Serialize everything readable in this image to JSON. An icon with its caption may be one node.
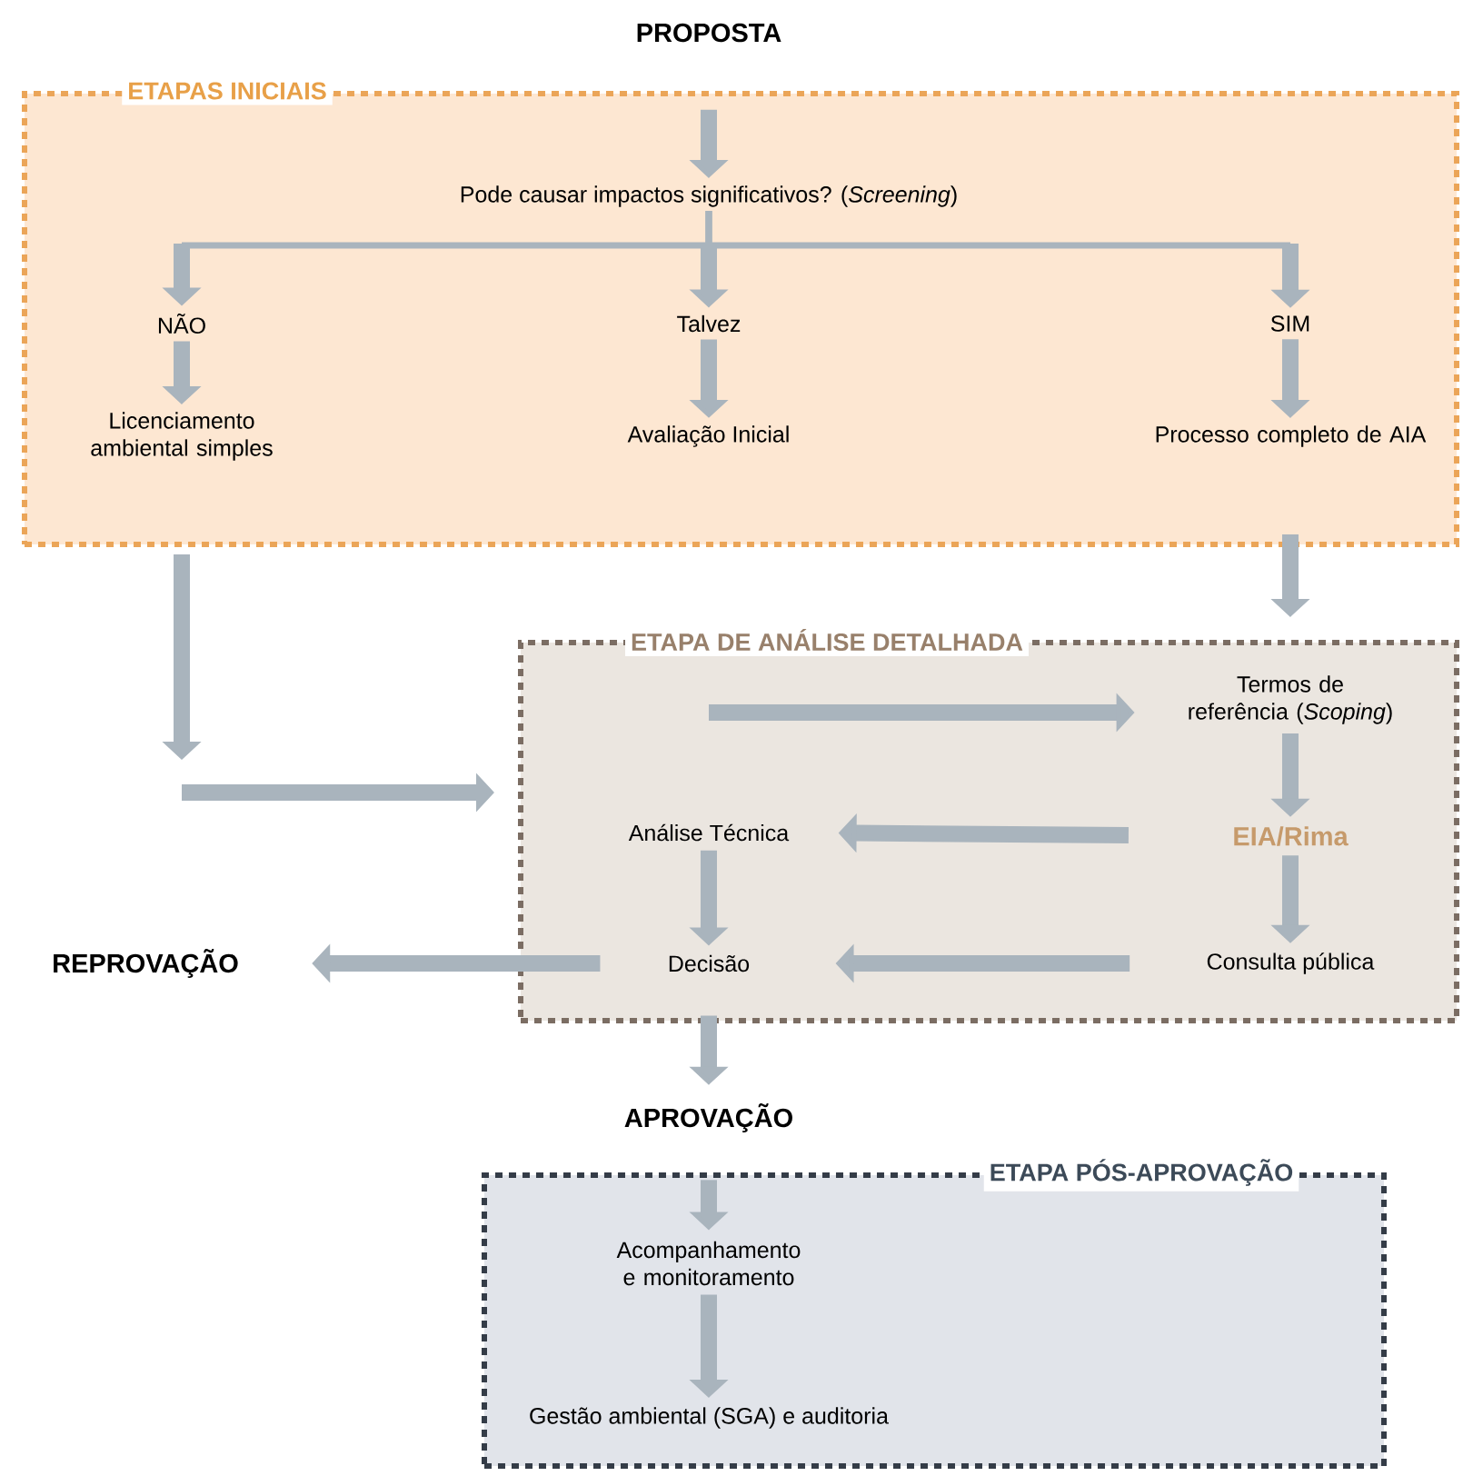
{
  "diagram": {
    "nodes": [
      {
        "text": [
          "PROPOSTA"
        ]
      },
      {
        "text": [
          "ETAPAS INICIAIS"
        ]
      },
      {
        "text": [
          "Pode causar impactos significativos? (*Screening*)"
        ],
        "in": 1
      },
      {
        "text": [
          "NÃO"
        ],
        "in": 1
      },
      {
        "text": [
          "Talvez"
        ],
        "in": 1
      },
      {
        "text": [
          "SIM"
        ],
        "in": 1
      },
      {
        "text": [
          "Licenciamento ambiental simples"
        ],
        "in": 1
      },
      {
        "text": [
          "Avaliação Inicial"
        ],
        "in": 1
      },
      {
        "text": [
          "Processo completo de AIA"
        ],
        "in": 1
      },
      {
        "text": [
          "ETAPA DE ANÁLISE DETALHADA"
        ]
      },
      {
        "text": [
          "Termos de referência (*Scoping*)"
        ],
        "in": 9
      },
      {
        "text": [
          "EIA/Rima"
        ],
        "in": 9
      },
      {
        "text": [
          "Análise Técnica"
        ],
        "in": 9
      },
      {
        "text": [
          "Decisão"
        ],
        "in": 9
      },
      {
        "text": [
          "Consulta pública"
        ],
        "in": 9
      },
      {
        "text": [
          "REPROVAÇÃO"
        ]
      },
      {
        "text": [
          "APROVAÇÃO"
        ]
      },
      {
        "text": [
          "ETAPA PÓS-APROVAÇÃO"
        ]
      },
      {
        "text": [
          "Acompanhamento e monitoramento"
        ],
        "in": 17
      },
      {
        "text": [
          "Gestão ambiental (SGA) e auditoria"
        ],
        "in": 17
      }
    ],
    "edges": [
      {
        "from": 0,
        "to": 2,
        "arrow": "to"
      },
      {
        "from": 2,
        "to": 3,
        "arrow": "to"
      },
      {
        "from": 2,
        "to": 4,
        "arrow": "to"
      },
      {
        "from": 2,
        "to": 5,
        "arrow": "to"
      },
      {
        "from": 3,
        "to": 6,
        "arrow": "to"
      },
      {
        "from": 4,
        "to": 7,
        "arrow": "to"
      },
      {
        "from": 5,
        "to": 8,
        "arrow": "to"
      },
      {
        "from": 1,
        "to": null,
        "arrow": "to"
      },
      {
        "from": null,
        "to": 9,
        "arrow": "to"
      },
      {
        "from": 8,
        "to": 10,
        "arrow": "to"
      },
      {
        "from": null,
        "to": 10,
        "arrow": "to"
      },
      {
        "from": 10,
        "to": 11,
        "arrow": "to"
      },
      {
        "from": 11,
        "to": 12,
        "arrow": "to"
      },
      {
        "from": 11,
        "to": 14,
        "arrow": "to"
      },
      {
        "from": 14,
        "to": 13,
        "arrow": "to"
      },
      {
        "from": 12,
        "to": 13,
        "arrow": "to"
      },
      {
        "from": 13,
        "to": 15,
        "arrow": "to"
      },
      {
        "from": 13,
        "to": 16,
        "arrow": "to"
      },
      {
        "from": 16,
        "to": 18,
        "arrow": "to"
      },
      {
        "from": 18,
        "to": 19,
        "arrow": "to"
      }
    ]
  }
}
